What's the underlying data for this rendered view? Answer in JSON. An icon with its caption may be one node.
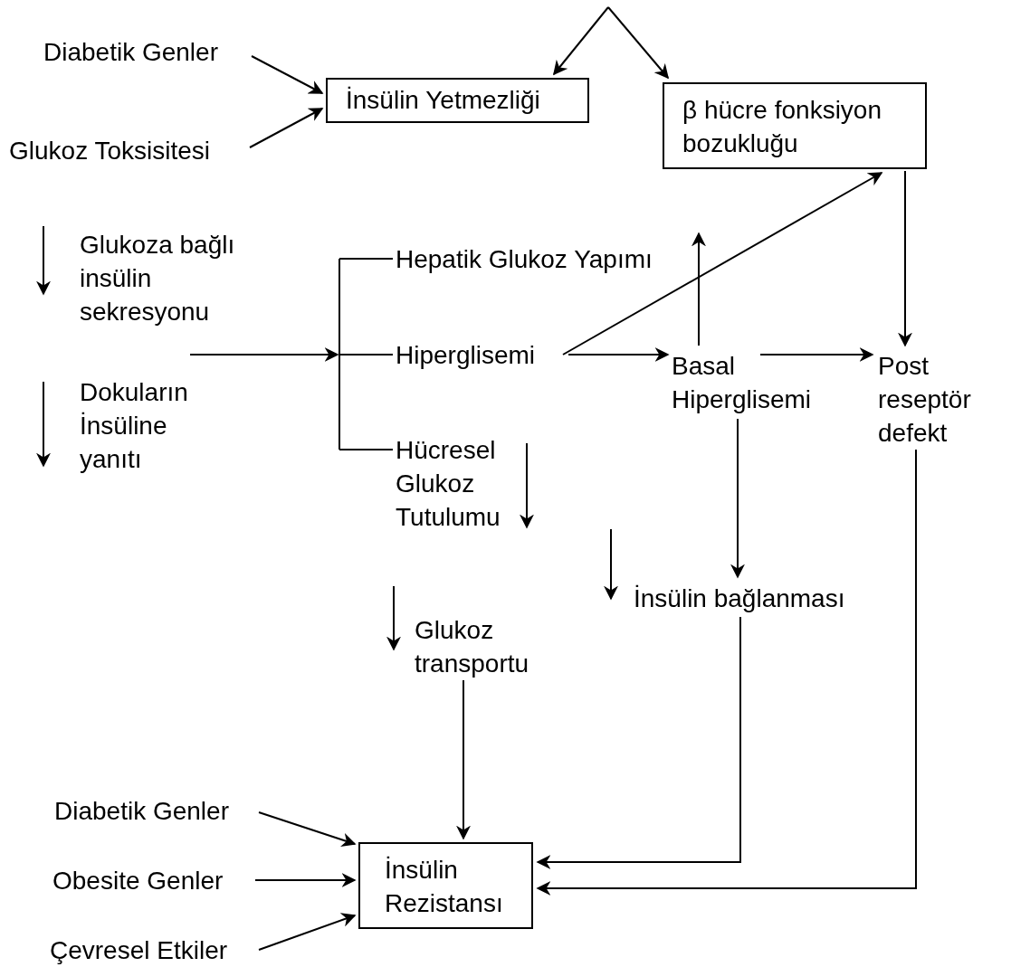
{
  "diagram": {
    "nodes": [
      {
        "text": [
          "Diabetik Genler"
        ]
      },
      {
        "text": [
          "Glukoz Toksisitesi"
        ]
      },
      {
        "text": [
          "İnsülin Yetmezliği"
        ]
      },
      {
        "text": [
          "β hücre fonksiyon bozukluğu"
        ]
      },
      {
        "text": [
          "Glukoza bağlı insülin sekresyonu"
        ]
      },
      {
        "text": [
          "Dokuların İnsüline yanıtı"
        ]
      },
      {
        "text": [],
        "shape": "bracket"
      },
      {
        "text": [
          "Hepatik Glukoz Yapımı"
        ]
      },
      {
        "text": [
          "Hiperglisemi"
        ]
      },
      {
        "text": [
          "Hücresel Glukoz Tutulumu"
        ]
      },
      {
        "text": [
          "Basal Hiperglisemi"
        ]
      },
      {
        "text": [
          "Post reseptör defekt"
        ]
      },
      {
        "text": [
          "İnsülin bağlanması"
        ]
      },
      {
        "text": [
          "Glukoz transportu"
        ]
      },
      {
        "text": [
          "Diabetik Genler"
        ]
      },
      {
        "text": [
          "Obesite Genler"
        ]
      },
      {
        "text": [
          "Çevresel Etkiler"
        ]
      },
      {
        "text": [
          "İnsülin Rezistansı"
        ]
      }
    ],
    "edges": [
      {
        "from": 0,
        "to": 2,
        "arrow": "to"
      },
      {
        "from": 1,
        "to": 2,
        "arrow": "to"
      },
      {
        "from": null,
        "to": 2,
        "arrow": "to"
      },
      {
        "from": null,
        "to": 3,
        "arrow": "to"
      },
      {
        "from": null,
        "to": 6,
        "arrow": "to"
      },
      {
        "from": 6,
        "to": 7,
        "arrow": "none"
      },
      {
        "from": 6,
        "to": 8,
        "arrow": "none"
      },
      {
        "from": 6,
        "to": 9,
        "arrow": "none"
      },
      {
        "from": 8,
        "to": 3,
        "arrow": "to"
      },
      {
        "from": 8,
        "to": 10,
        "arrow": "to"
      },
      {
        "from": 10,
        "to": 7,
        "arrow": "to"
      },
      {
        "from": 10,
        "to": 11,
        "arrow": "to"
      },
      {
        "from": 3,
        "to": 11,
        "arrow": "to"
      },
      {
        "from": 10,
        "to": 12,
        "arrow": "to"
      },
      {
        "from": 13,
        "to": 17,
        "arrow": "to"
      },
      {
        "from": 12,
        "to": 17,
        "arrow": "to"
      },
      {
        "from": 11,
        "to": 17,
        "arrow": "to"
      },
      {
        "from": 14,
        "to": 17,
        "arrow": "to"
      },
      {
        "from": 15,
        "to": 17,
        "arrow": "to"
      },
      {
        "from": 16,
        "to": 17,
        "arrow": "to"
      }
    ]
  }
}
